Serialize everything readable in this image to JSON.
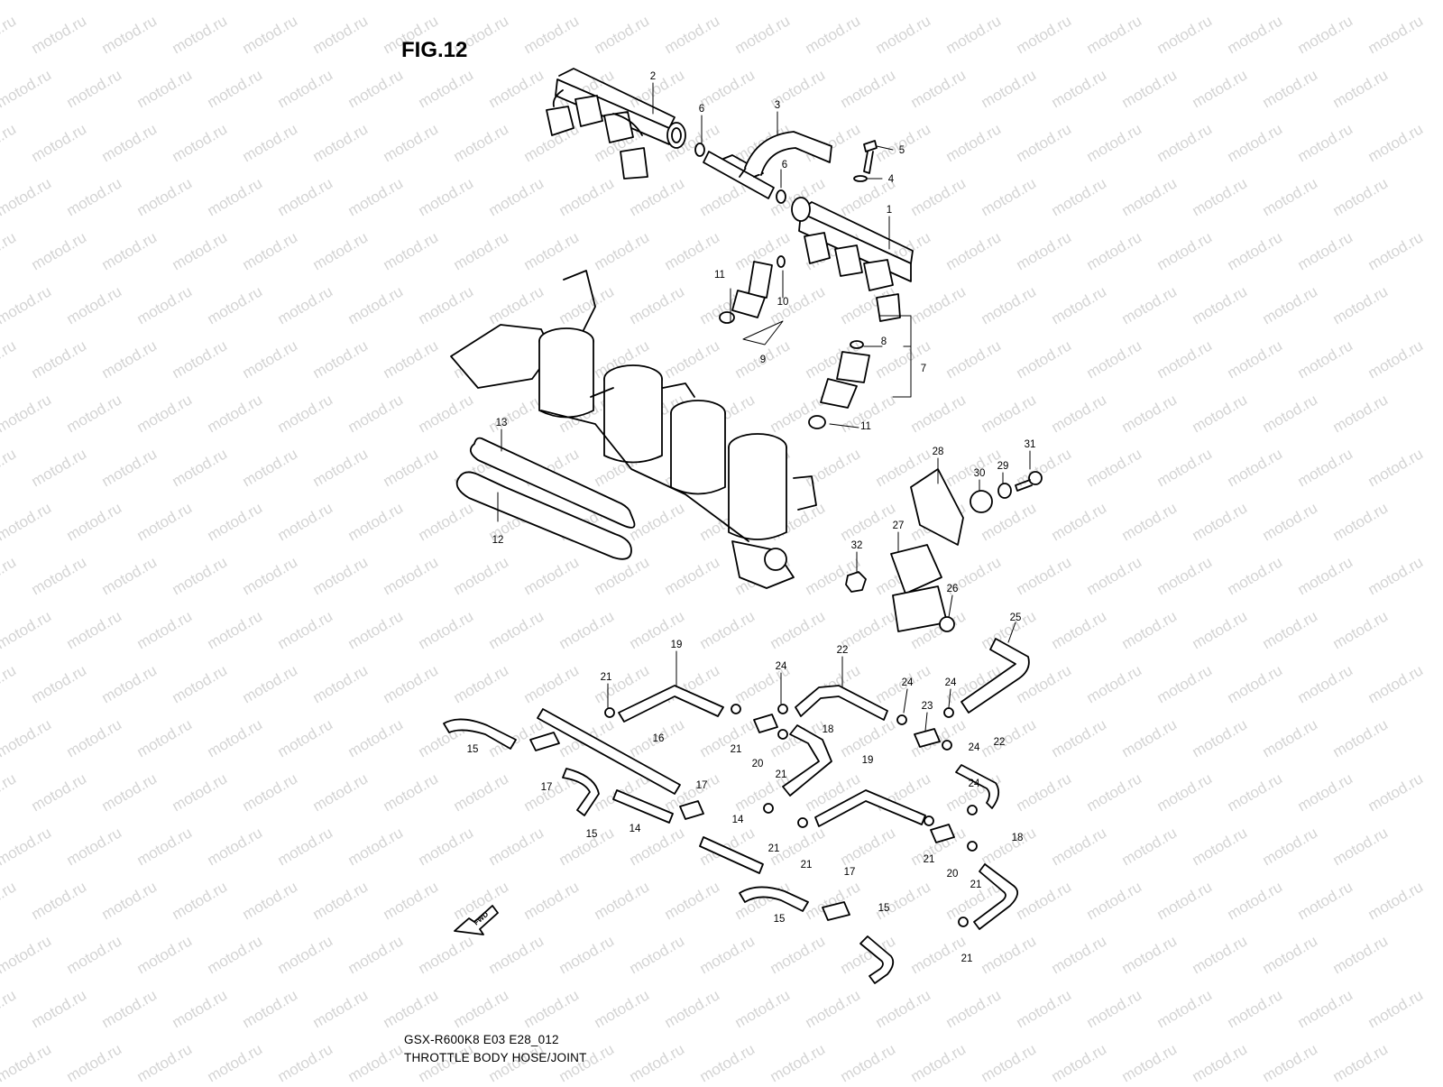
{
  "figure": {
    "title": "FIG.12",
    "model_code": "GSX-R600K8 E03 E28_012",
    "caption": "THROTTLE BODY HOSE/JOINT",
    "watermark": "motod.ru",
    "direction_marker": "FWD"
  },
  "callouts": [
    {
      "id": "c2",
      "text": "2"
    },
    {
      "id": "c6a",
      "text": "6"
    },
    {
      "id": "c3",
      "text": "3"
    },
    {
      "id": "c5",
      "text": "5"
    },
    {
      "id": "c6b",
      "text": "6"
    },
    {
      "id": "c4",
      "text": "4"
    },
    {
      "id": "c1",
      "text": "1"
    },
    {
      "id": "c11a",
      "text": "11"
    },
    {
      "id": "c10",
      "text": "10"
    },
    {
      "id": "c9",
      "text": "9"
    },
    {
      "id": "c8",
      "text": "8"
    },
    {
      "id": "c7",
      "text": "7"
    },
    {
      "id": "c11b",
      "text": "11"
    },
    {
      "id": "c13",
      "text": "13"
    },
    {
      "id": "c12",
      "text": "12"
    },
    {
      "id": "c28",
      "text": "28"
    },
    {
      "id": "c30",
      "text": "30"
    },
    {
      "id": "c29",
      "text": "29"
    },
    {
      "id": "c31",
      "text": "31"
    },
    {
      "id": "c27",
      "text": "27"
    },
    {
      "id": "c32",
      "text": "32"
    },
    {
      "id": "c26",
      "text": "26"
    },
    {
      "id": "c25",
      "text": "25"
    },
    {
      "id": "c19a",
      "text": "19"
    },
    {
      "id": "c22a",
      "text": "22"
    },
    {
      "id": "c21a",
      "text": "21"
    },
    {
      "id": "c24a",
      "text": "24"
    },
    {
      "id": "c24b",
      "text": "24"
    },
    {
      "id": "c24c",
      "text": "24"
    },
    {
      "id": "c23",
      "text": "23"
    },
    {
      "id": "c15a",
      "text": "15"
    },
    {
      "id": "c16",
      "text": "16"
    },
    {
      "id": "c21b",
      "text": "21"
    },
    {
      "id": "c20a",
      "text": "20"
    },
    {
      "id": "c21c",
      "text": "21"
    },
    {
      "id": "c18a",
      "text": "18"
    },
    {
      "id": "c24d",
      "text": "24"
    },
    {
      "id": "c22b",
      "text": "22"
    },
    {
      "id": "c17a",
      "text": "17"
    },
    {
      "id": "c17b",
      "text": "17"
    },
    {
      "id": "c15b",
      "text": "15"
    },
    {
      "id": "c14a",
      "text": "14"
    },
    {
      "id": "c14b",
      "text": "14"
    },
    {
      "id": "c19b",
      "text": "19"
    },
    {
      "id": "c24e",
      "text": "24"
    },
    {
      "id": "c21d",
      "text": "21"
    },
    {
      "id": "c21e",
      "text": "21"
    },
    {
      "id": "c21f",
      "text": "21"
    },
    {
      "id": "c20b",
      "text": "20"
    },
    {
      "id": "c21g",
      "text": "21"
    },
    {
      "id": "c18b",
      "text": "18"
    },
    {
      "id": "c17c",
      "text": "17"
    },
    {
      "id": "c15c",
      "text": "15"
    },
    {
      "id": "c15d",
      "text": "15"
    },
    {
      "id": "c21h",
      "text": "21"
    }
  ]
}
